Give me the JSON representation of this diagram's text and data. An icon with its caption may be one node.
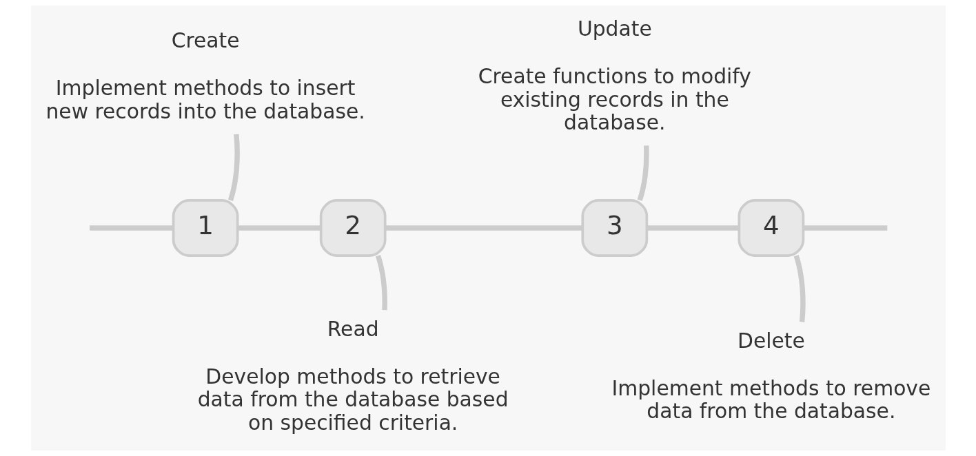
{
  "diagram": {
    "nodes": [
      {
        "text": [
          "Create",
          "Implement methods to insert new records into the database."
        ]
      },
      {
        "text": [
          "Update",
          "Create functions to modify existing records in the database."
        ]
      },
      {
        "text": [
          "1"
        ]
      },
      {
        "text": [
          "2"
        ]
      },
      {
        "text": [
          "3"
        ]
      },
      {
        "text": [
          "4"
        ]
      },
      {
        "text": [
          "Read",
          "Develop methods to retrieve data from the database based on specified criteria."
        ]
      },
      {
        "text": [
          "Delete",
          "Implement methods to remove data from the database."
        ]
      }
    ],
    "edges": [
      {
        "from": null,
        "to": 2,
        "arrow": "none"
      },
      {
        "from": 2,
        "to": 3,
        "arrow": "none"
      },
      {
        "from": 3,
        "to": 4,
        "arrow": "none"
      },
      {
        "from": 4,
        "to": 5,
        "arrow": "none"
      },
      {
        "from": 5,
        "to": null,
        "arrow": "none"
      },
      {
        "from": 2,
        "to": 0,
        "arrow": "none"
      },
      {
        "from": 3,
        "to": 6,
        "arrow": "none"
      },
      {
        "from": 4,
        "to": 1,
        "arrow": "none"
      },
      {
        "from": 5,
        "to": 7,
        "arrow": "none"
      }
    ]
  }
}
